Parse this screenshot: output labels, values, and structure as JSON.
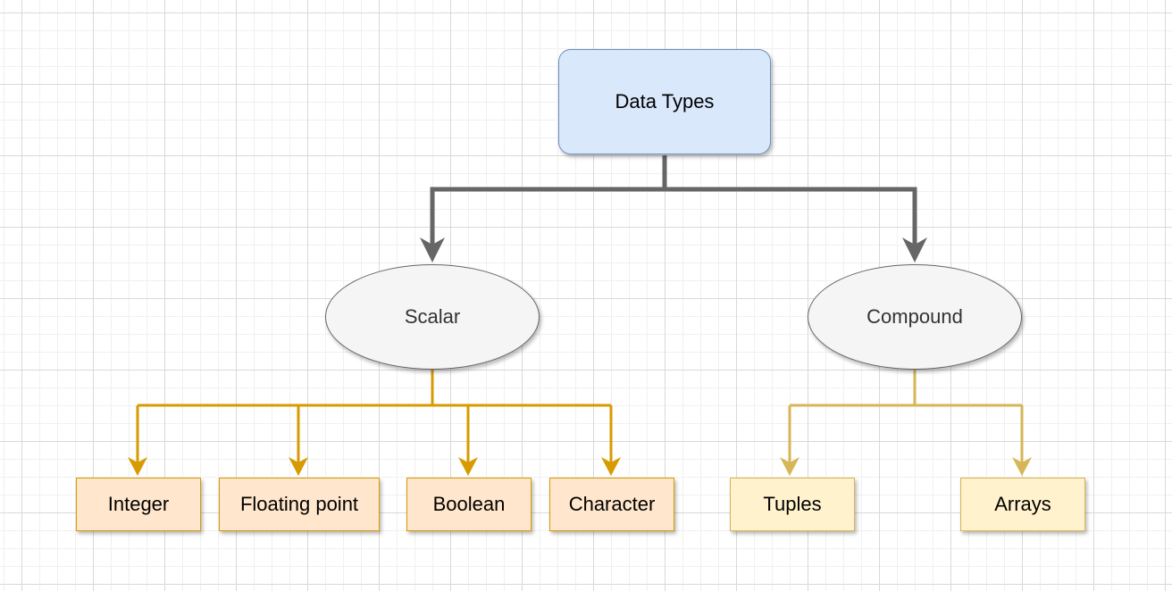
{
  "diagram": {
    "root": {
      "label": "Data Types"
    },
    "categories": [
      {
        "id": "scalar",
        "label": "Scalar"
      },
      {
        "id": "compound",
        "label": "Compound"
      }
    ],
    "leaves": [
      {
        "id": "integer",
        "parent": "scalar",
        "label": "Integer"
      },
      {
        "id": "floating-point",
        "parent": "scalar",
        "label": "Floating point"
      },
      {
        "id": "boolean",
        "parent": "scalar",
        "label": "Boolean"
      },
      {
        "id": "character",
        "parent": "scalar",
        "label": "Character"
      },
      {
        "id": "tuples",
        "parent": "compound",
        "label": "Tuples"
      },
      {
        "id": "arrays",
        "parent": "compound",
        "label": "Arrays"
      }
    ],
    "colors": {
      "root_fill": "#dae8fc",
      "root_stroke": "#6c8ebf",
      "category_fill": "#f5f5f5",
      "category_stroke": "#666666",
      "scalar_leaf_fill": "#ffe6cc",
      "scalar_leaf_stroke": "#d79b00",
      "compound_leaf_fill": "#fff2cc",
      "compound_leaf_stroke": "#d6b656",
      "root_edge": "#666666"
    }
  }
}
